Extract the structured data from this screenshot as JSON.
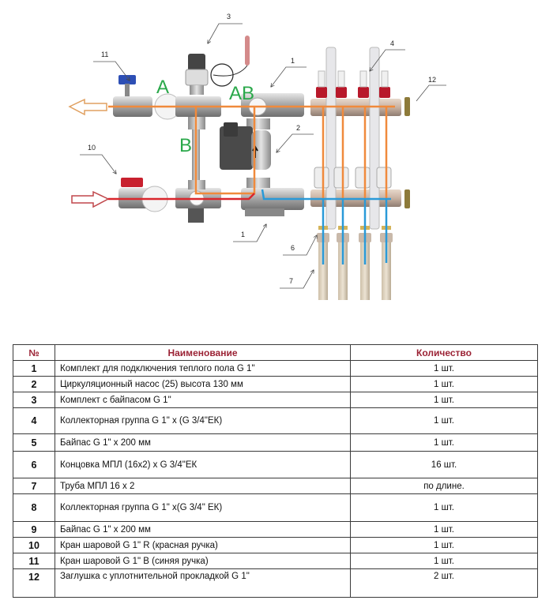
{
  "diagram": {
    "callouts": [
      {
        "id": "callout-3",
        "label": "3"
      },
      {
        "id": "callout-11",
        "label": "11"
      },
      {
        "id": "callout-1-top",
        "label": "1"
      },
      {
        "id": "callout-4",
        "label": "4"
      },
      {
        "id": "callout-12",
        "label": "12"
      },
      {
        "id": "callout-2",
        "label": "2"
      },
      {
        "id": "callout-10",
        "label": "10"
      },
      {
        "id": "callout-1-bottom",
        "label": "1"
      },
      {
        "id": "callout-6",
        "label": "6"
      },
      {
        "id": "callout-7",
        "label": "7"
      }
    ],
    "port_labels": {
      "a": "A",
      "b": "B",
      "ab": "AB"
    },
    "colors": {
      "supply_flow": "#f08a3c",
      "return_hot": "#d9262c",
      "return_cold": "#2a9ad8",
      "port_label": "#2aa84a",
      "blue_handle": "#2d4fb5",
      "red_handle": "#c8202e",
      "manifold_cap": "#b8182a"
    }
  },
  "table": {
    "headers": {
      "num": "№",
      "name": "Наименование",
      "qty": "Количество"
    },
    "rows": [
      {
        "num": "1",
        "name": "Комплект для подключения теплого пола G 1\"",
        "qty": "1 шт."
      },
      {
        "num": "2",
        "name": "Циркуляционный насос (25) высота 130 мм",
        "qty": "1 шт."
      },
      {
        "num": "3",
        "name": "Комплект  с байпасом G 1\"",
        "qty": "1 шт."
      },
      {
        "num": "4",
        "name": "Коллекторная группа G 1\" x (G 3/4\"ЕК)",
        "qty": "1 шт."
      },
      {
        "num": "5",
        "name": "Байпас G 1\" x 200 мм",
        "qty": "1 шт."
      },
      {
        "num": "6",
        "name": "Концовка МПЛ (16x2) x G 3/4\"ЕК",
        "qty": "16  шт."
      },
      {
        "num": "7",
        "name": "Труба МПЛ 16 x 2",
        "qty": "по длине."
      },
      {
        "num": "8",
        "name": "Коллекторная группа G 1\" x(G 3/4\" ЕК)",
        "qty": "1 шт."
      },
      {
        "num": "9",
        "name": "Байпас G 1\" x 200 мм",
        "qty": "1 шт."
      },
      {
        "num": "10",
        "name": "Кран шаровой G 1\" R (красная ручка)",
        "qty": "1 шт."
      },
      {
        "num": "11",
        "name": "Кран шаровой G 1\" B (синяя ручка)",
        "qty": "1 шт."
      },
      {
        "num": "12",
        "name": "Заглушка с уплотнительной прокладкой  G 1\"",
        "qty": "2 шт."
      }
    ]
  }
}
